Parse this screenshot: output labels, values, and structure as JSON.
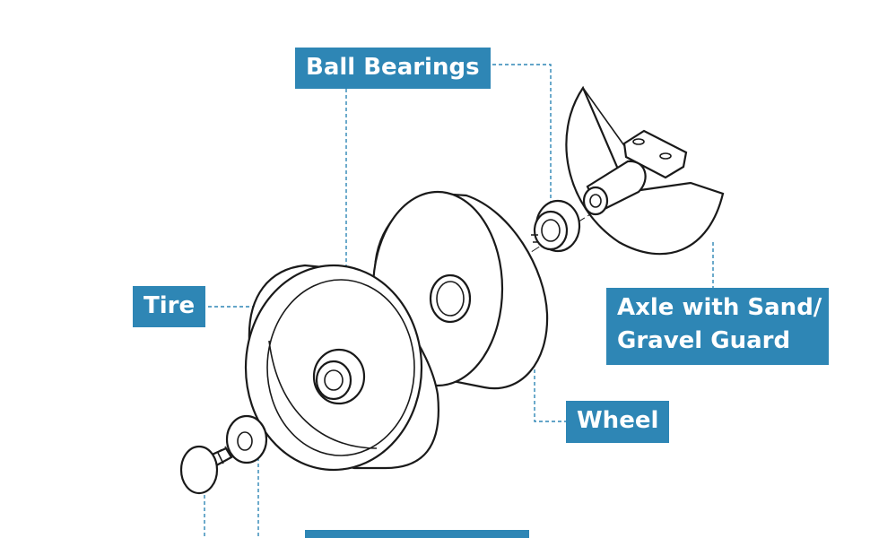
{
  "labels": {
    "ball_bearings": "Ball Bearings",
    "tire": "Tire",
    "axle_line1": "Axle with Sand/",
    "axle_line2": "Gravel Guard",
    "wheel": "Wheel",
    "bottom": ""
  },
  "colors": {
    "label_background": "#2e86b5",
    "label_text": "#ffffff",
    "leader_lines": "#2e86b5",
    "line_art": "#1a1a1a"
  }
}
